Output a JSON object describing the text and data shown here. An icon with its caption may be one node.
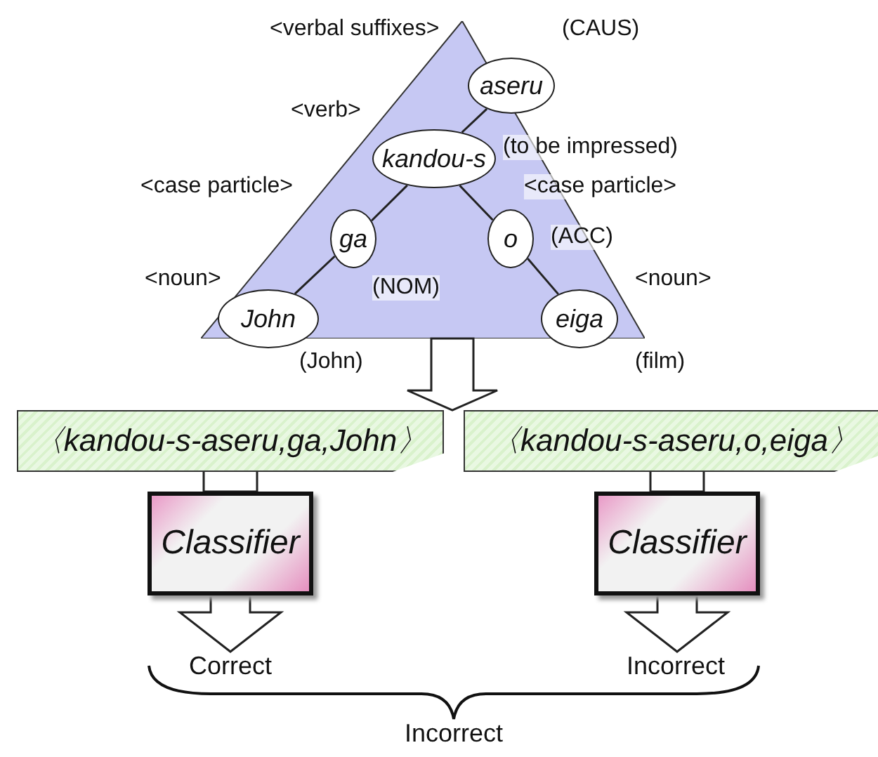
{
  "diagram": {
    "nodes": [
      {
        "text": [],
        "shape": "triangle"
      },
      {
        "text": [
          "aseru"
        ],
        "in": 0,
        "beside": [
          "<verbal suffixes>",
          "(CAUS)"
        ]
      },
      {
        "text": [
          "kandou-s"
        ],
        "in": 0,
        "beside": [
          "<verb>",
          "(to be impressed)"
        ]
      },
      {
        "text": [
          "ga"
        ],
        "in": 0,
        "beside": [
          "<case particle>",
          "(NOM)"
        ]
      },
      {
        "text": [
          "o"
        ],
        "in": 0,
        "beside": [
          "<case particle>",
          "(ACC)"
        ]
      },
      {
        "text": [
          "John"
        ],
        "in": 0,
        "beside": [
          "<noun>",
          "(John)"
        ]
      },
      {
        "text": [
          "eiga"
        ],
        "in": 0,
        "beside": [
          "<noun>",
          "(film)"
        ]
      },
      {
        "text": [
          "〈kandou-s-aseru,ga,John〉"
        ]
      },
      {
        "text": [
          "〈kandou-s-aseru,o,eiga〉"
        ]
      },
      {
        "text": [
          "Classifier"
        ]
      },
      {
        "text": [
          "Classifier"
        ]
      },
      {
        "text": [
          "Correct"
        ]
      },
      {
        "text": [
          "Incorrect"
        ]
      }
    ],
    "edges": [
      {
        "from": 1,
        "to": 2,
        "arrow": "none"
      },
      {
        "from": 2,
        "to": 3,
        "arrow": "none"
      },
      {
        "from": 2,
        "to": 4,
        "arrow": "none"
      },
      {
        "from": 3,
        "to": 5,
        "arrow": "none"
      },
      {
        "from": 4,
        "to": 6,
        "arrow": "none"
      },
      {
        "from": 0,
        "to": 7,
        "arrow": "to"
      },
      {
        "from": 0,
        "to": 8,
        "arrow": "to"
      },
      {
        "from": 7,
        "to": 9,
        "arrow": "none"
      },
      {
        "from": 8,
        "to": 10,
        "arrow": "none"
      },
      {
        "from": 9,
        "to": 11,
        "arrow": "to"
      },
      {
        "from": 10,
        "to": 12,
        "arrow": "to"
      }
    ],
    "labels": [
      "Incorrect"
    ]
  }
}
